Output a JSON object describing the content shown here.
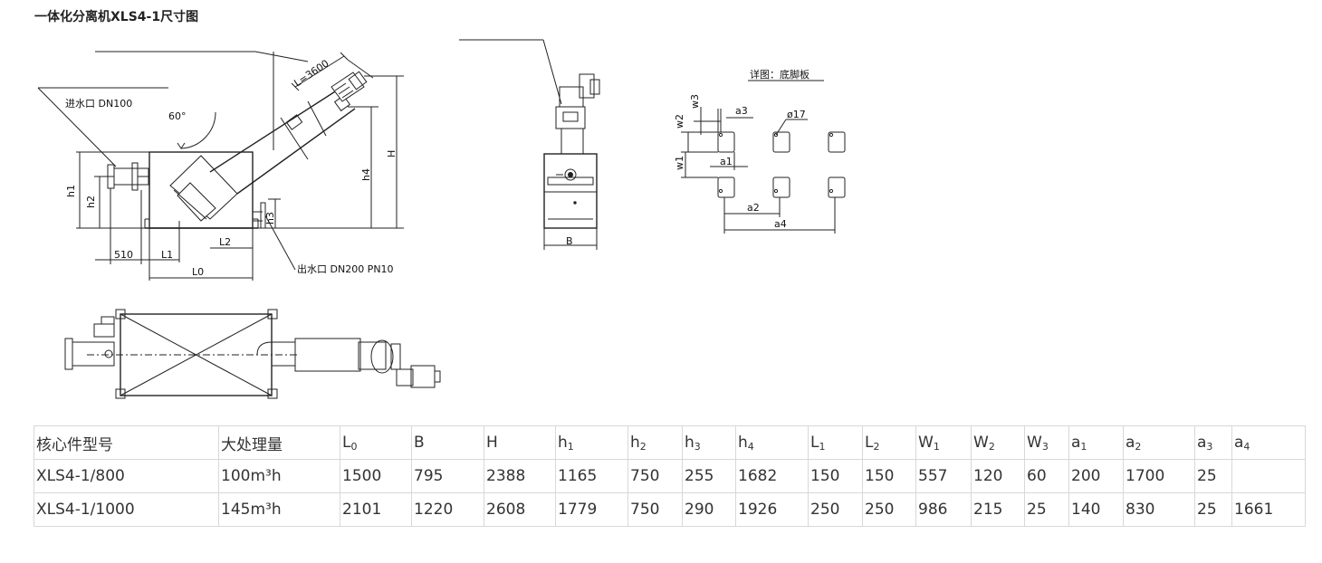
{
  "page_title": "一体化分离机XLS4-1尺寸图",
  "drawing": {
    "side_view": {
      "inlet_label": "进水口 DN100",
      "outlet_label": "出水口 DN200 PN10",
      "angle_label": "60°",
      "length_label": "L=3600",
      "dims": {
        "h1": "h1",
        "h2": "h2",
        "h3": "h3",
        "h4": "h4",
        "H": "H",
        "d510": "510",
        "L1": "L1",
        "L2": "L2",
        "L0": "L0"
      }
    },
    "front_view": {
      "B": "B"
    },
    "detail_view": {
      "title": "详图：底脚板",
      "hole_label": "ø17",
      "dims": {
        "w1": "w1",
        "w2": "w2",
        "w3": "w3",
        "a1": "a1",
        "a2": "a2",
        "a3": "a3",
        "a4": "a4"
      }
    }
  },
  "table": {
    "header": [
      {
        "base": "核心件型号",
        "sub": ""
      },
      {
        "base": "大处理量",
        "sub": ""
      },
      {
        "base": "L",
        "sub": "0"
      },
      {
        "base": "B",
        "sub": ""
      },
      {
        "base": "H",
        "sub": ""
      },
      {
        "base": "h",
        "sub": "1"
      },
      {
        "base": "h",
        "sub": "2"
      },
      {
        "base": "h",
        "sub": "3"
      },
      {
        "base": "h",
        "sub": "4"
      },
      {
        "base": "L",
        "sub": "1"
      },
      {
        "base": "L",
        "sub": "2"
      },
      {
        "base": "W",
        "sub": "1"
      },
      {
        "base": "W",
        "sub": "2"
      },
      {
        "base": "W",
        "sub": "3"
      },
      {
        "base": "a",
        "sub": "1"
      },
      {
        "base": "a",
        "sub": "2"
      },
      {
        "base": "a",
        "sub": "3"
      },
      {
        "base": "a",
        "sub": "4"
      }
    ],
    "rows": [
      [
        "XLS4-1/800",
        "100m³h",
        "1500",
        "795",
        "2388",
        "1165",
        "750",
        "255",
        "1682",
        "150",
        "150",
        "557",
        "120",
        "60",
        "200",
        "1700",
        "25",
        ""
      ],
      [
        "XLS4-1/1000",
        "145m³h",
        "2101",
        "1220",
        "2608",
        "1779",
        "750",
        "290",
        "1926",
        "250",
        "250",
        "986",
        "215",
        "25",
        "140",
        "830",
        "25",
        "1661"
      ]
    ]
  }
}
